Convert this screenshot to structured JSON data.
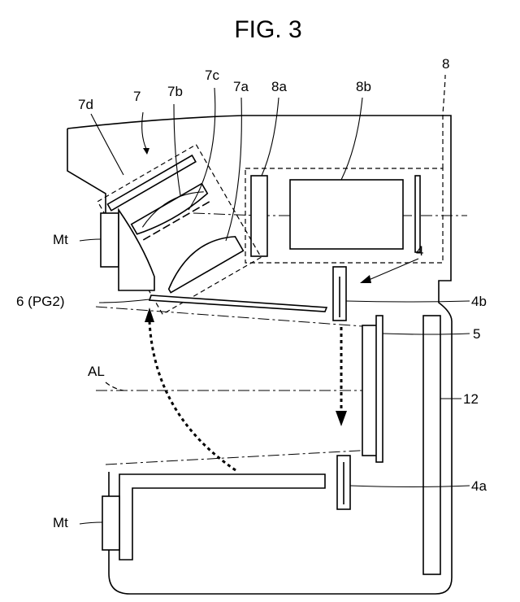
{
  "figure": {
    "title": "FIG. 3",
    "labels": {
      "l8": "8",
      "l7": "7",
      "l7a": "7a",
      "l7b": "7b",
      "l7c": "7c",
      "l7d": "7d",
      "l8a": "8a",
      "l8b": "8b",
      "l4": "4",
      "l4a": "4a",
      "l4b": "4b",
      "l5": "5",
      "l6": "6 (PG2)",
      "l12": "12",
      "lAL": "AL",
      "lMt1": "Mt",
      "lMt2": "Mt"
    }
  }
}
